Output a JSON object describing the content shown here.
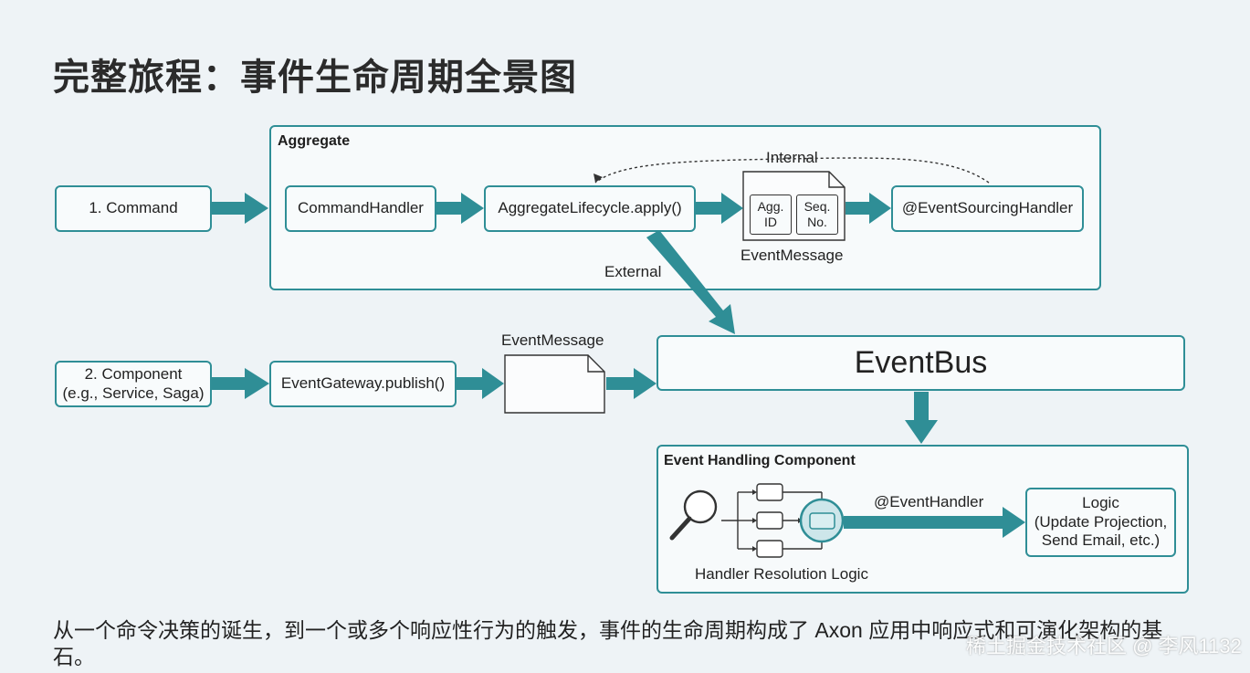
{
  "title": "完整旅程：事件生命周期全景图",
  "aggregate": {
    "label": "Aggregate",
    "command_handler": "CommandHandler",
    "apply": "AggregateLifecycle.apply()",
    "event_message_label": "EventMessage",
    "agg_id": "Agg.\nID",
    "seq_no": "Seq.\nNo.",
    "sourcing_handler": "@EventSourcingHandler",
    "internal_label": "Internal",
    "external_label": "External"
  },
  "command": "1. Command",
  "component": {
    "line1": "2. Component",
    "line2": "(e.g., Service, Saga)"
  },
  "gateway": "EventGateway.publish()",
  "gateway_message_label": "EventMessage",
  "event_bus": "EventBus",
  "handling": {
    "label": "Event Handling Component",
    "event_handler_label": "@EventHandler",
    "resolution_label": "Handler Resolution Logic",
    "logic_line1": "Logic",
    "logic_line2": "(Update Projection,",
    "logic_line3": "Send Email, etc.)"
  },
  "caption": "从一个命令决策的诞生，到一个或多个响应性行为的触发，事件的生命周期构成了 Axon 应用中响应式和可演化架构的基石。",
  "watermark": "稀土掘金技术社区 @ 李风1132",
  "colors": {
    "accent": "#2f8e96",
    "background": "#eef3f6"
  },
  "icons": [
    "magnifier-icon",
    "arrow-icon",
    "document-icon",
    "gear-node-icon"
  ]
}
